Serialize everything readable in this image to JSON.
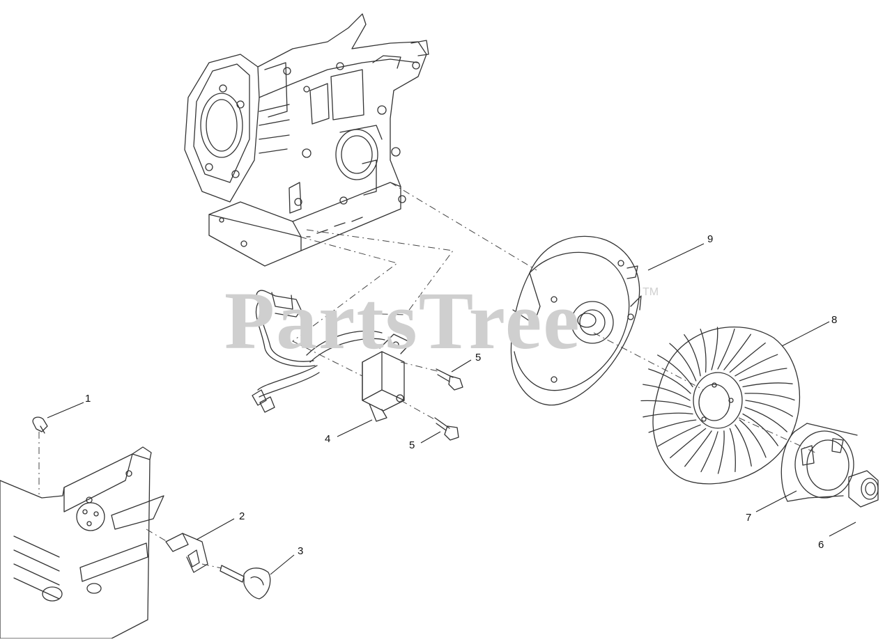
{
  "watermark": {
    "text": "PartsTree",
    "trademark": "TM"
  },
  "callouts": [
    {
      "id": "c9",
      "label": "9",
      "part": "flywheel"
    },
    {
      "id": "c8",
      "label": "8",
      "part": "cooling-fan"
    },
    {
      "id": "c7",
      "label": "7",
      "part": "starter-cup"
    },
    {
      "id": "c6",
      "label": "6",
      "part": "flywheel-nut"
    },
    {
      "id": "c5a",
      "label": "5",
      "part": "upper-ignition-bolt"
    },
    {
      "id": "c5b",
      "label": "5",
      "part": "lower-ignition-bolt"
    },
    {
      "id": "c4",
      "label": "4",
      "part": "ignition-coil"
    },
    {
      "id": "c1",
      "label": "1",
      "part": "wire-clip"
    },
    {
      "id": "c2",
      "label": "2",
      "part": "ignition-switch"
    },
    {
      "id": "c3",
      "label": "3",
      "part": "ignition-key"
    }
  ]
}
